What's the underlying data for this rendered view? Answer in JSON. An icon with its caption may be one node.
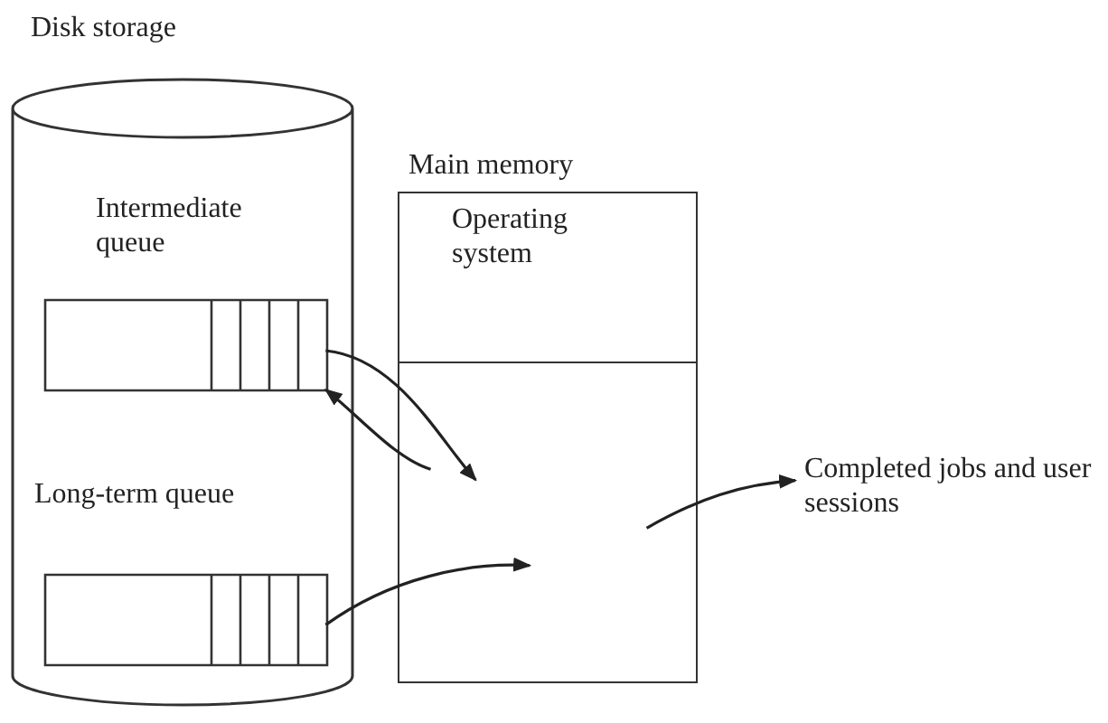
{
  "diagram": {
    "nodes": [
      {
        "text": [
          "Disk storage"
        ]
      },
      {
        "text": [
          "Intermediate queue"
        ],
        "in": 0
      },
      {
        "text": [
          "Long-term queue"
        ],
        "in": 0
      },
      {
        "text": [
          "Main memory"
        ]
      },
      {
        "text": [
          "Operating system"
        ],
        "in": 3
      },
      {
        "text": [
          "Completed jobs and user sessions"
        ]
      }
    ],
    "edges": [
      {
        "from": 1,
        "to": 3,
        "arrow": "to"
      },
      {
        "from": 3,
        "to": 1,
        "arrow": "to"
      },
      {
        "from": 2,
        "to": 3,
        "arrow": "to"
      },
      {
        "from": 3,
        "to": 5,
        "arrow": "to"
      }
    ]
  }
}
